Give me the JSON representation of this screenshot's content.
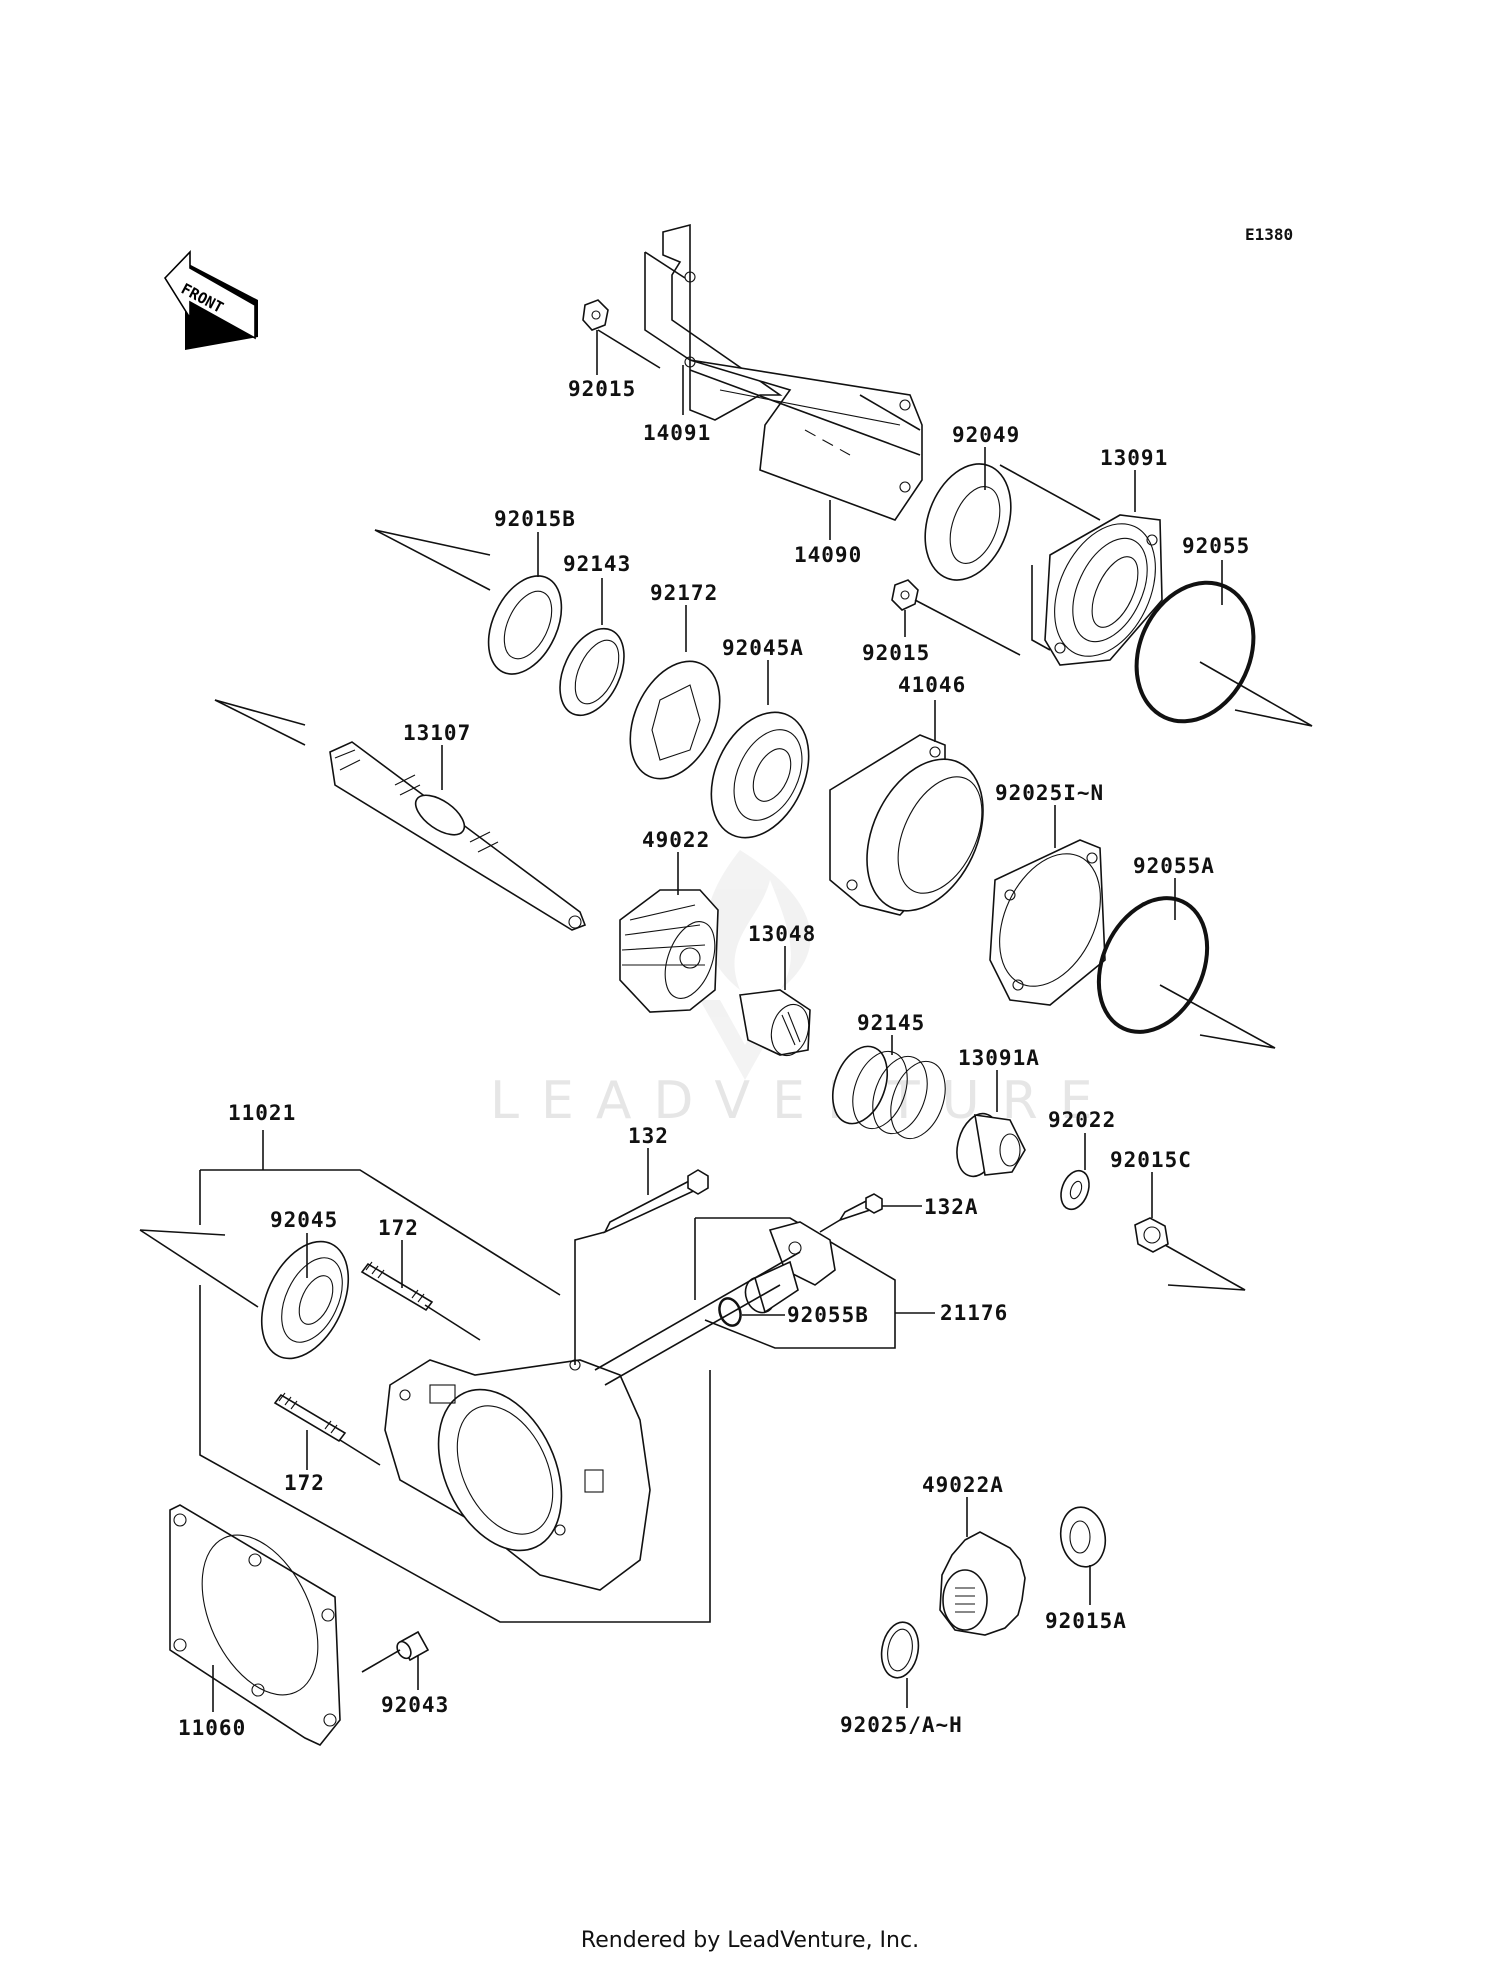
{
  "diagram": {
    "code": "E1380",
    "front_label": "FRONT",
    "watermark": "LEADVENTURE",
    "parts": [
      {
        "id": "p-92015-top",
        "label": "92015"
      },
      {
        "id": "p-14091",
        "label": "14091"
      },
      {
        "id": "p-92049",
        "label": "92049"
      },
      {
        "id": "p-13091",
        "label": "13091"
      },
      {
        "id": "p-14090",
        "label": "14090"
      },
      {
        "id": "p-92015b",
        "label": "92015B"
      },
      {
        "id": "p-92143",
        "label": "92143"
      },
      {
        "id": "p-92172",
        "label": "92172"
      },
      {
        "id": "p-92045a",
        "label": "92045A"
      },
      {
        "id": "p-92015-mid",
        "label": "92015"
      },
      {
        "id": "p-92055",
        "label": "92055"
      },
      {
        "id": "p-41046",
        "label": "41046"
      },
      {
        "id": "p-13107",
        "label": "13107"
      },
      {
        "id": "p-92025-in",
        "label": "92025I~N"
      },
      {
        "id": "p-49022",
        "label": "49022"
      },
      {
        "id": "p-92055a",
        "label": "92055A"
      },
      {
        "id": "p-13048",
        "label": "13048"
      },
      {
        "id": "p-92145",
        "label": "92145"
      },
      {
        "id": "p-13091a",
        "label": "13091A"
      },
      {
        "id": "p-11021",
        "label": "11021"
      },
      {
        "id": "p-92022",
        "label": "92022"
      },
      {
        "id": "p-132",
        "label": "132"
      },
      {
        "id": "p-92015c",
        "label": "92015C"
      },
      {
        "id": "p-92045",
        "label": "92045"
      },
      {
        "id": "p-172-top",
        "label": "172"
      },
      {
        "id": "p-132a",
        "label": "132A"
      },
      {
        "id": "p-92055b",
        "label": "92055B"
      },
      {
        "id": "p-21176",
        "label": "21176"
      },
      {
        "id": "p-172-bottom",
        "label": "172"
      },
      {
        "id": "p-49022a",
        "label": "49022A"
      },
      {
        "id": "p-92015a",
        "label": "92015A"
      },
      {
        "id": "p-11060",
        "label": "11060"
      },
      {
        "id": "p-92043",
        "label": "92043"
      },
      {
        "id": "p-92025-ah",
        "label": "92025/A~H"
      }
    ]
  },
  "footer": "Rendered by LeadVenture, Inc."
}
